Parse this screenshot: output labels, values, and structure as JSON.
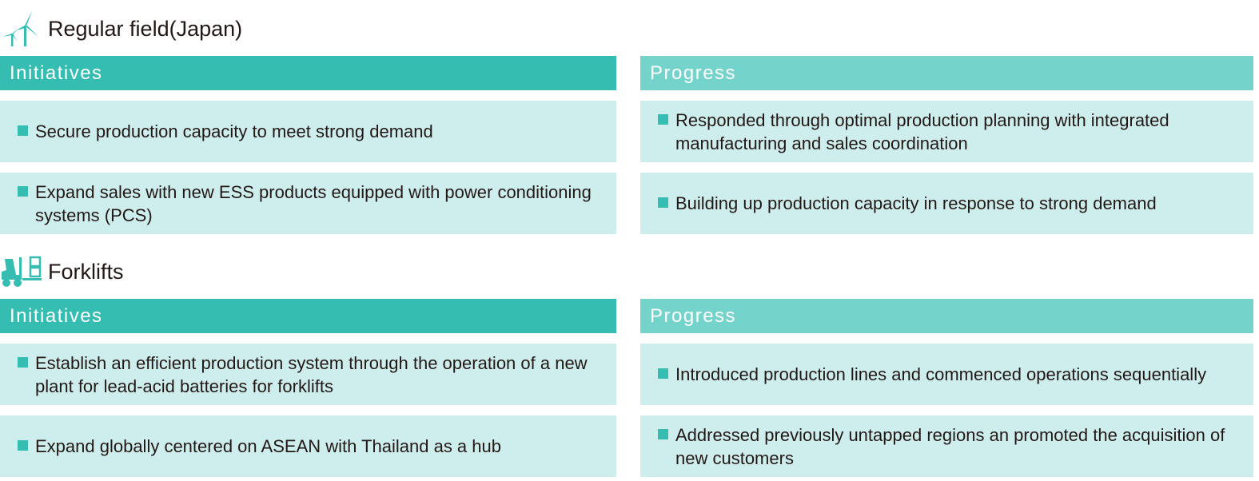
{
  "sections": [
    {
      "title": "Regular field(Japan)",
      "icon": "wind-turbine-icon",
      "initiatives_label": "Initiatives",
      "progress_label": "Progress",
      "rows": [
        {
          "initiative": "Secure production capacity to meet strong demand",
          "progress": "Responded through optimal production planning with integrated manufacturing and sales coordination"
        },
        {
          "initiative": "Expand sales with new ESS products equipped with power conditioning systems (PCS)",
          "progress": "Building up production capacity in response to strong demand"
        }
      ]
    },
    {
      "title": "Forklifts",
      "icon": "forklift-icon",
      "initiatives_label": "Initiatives",
      "progress_label": "Progress",
      "rows": [
        {
          "initiative": "Establish an efficient production system through the operation of a new plant for lead-acid batteries for forklifts",
          "progress": "Introduced production lines and commenced operations sequentially"
        },
        {
          "initiative": "Expand globally centered on ASEAN with Thailand as a hub",
          "progress": "Addressed previously untapped regions an promoted the acquisition of new customers"
        }
      ]
    }
  ],
  "colors": {
    "initiatives": "#35bdb2",
    "progress": "#74d4cc",
    "cell": "#cdeeed"
  }
}
